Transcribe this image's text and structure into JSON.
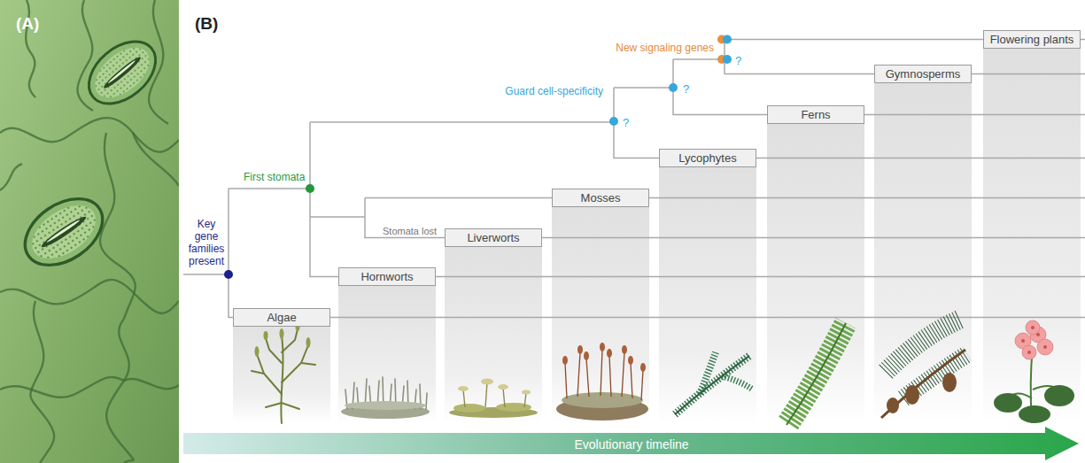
{
  "diagram": {
    "nodes": [
      {
        "text": [
          "Algae"
        ]
      },
      {
        "text": [
          "Hornworts"
        ]
      },
      {
        "text": [
          "Liverworts"
        ]
      },
      {
        "text": [
          "Mosses"
        ]
      },
      {
        "text": [
          "Lycophytes"
        ]
      },
      {
        "text": [
          "Ferns"
        ]
      },
      {
        "text": [
          "Gymnosperms"
        ]
      },
      {
        "text": [
          "Flowering plants"
        ]
      }
    ],
    "labels": [
      "(A)",
      "(B)",
      "New signaling genes",
      "?",
      "Guard cell-specificity",
      "?",
      "?",
      "First stomata",
      "Key gene families present",
      "Stomata lost",
      "Evolutionary timeline"
    ]
  }
}
